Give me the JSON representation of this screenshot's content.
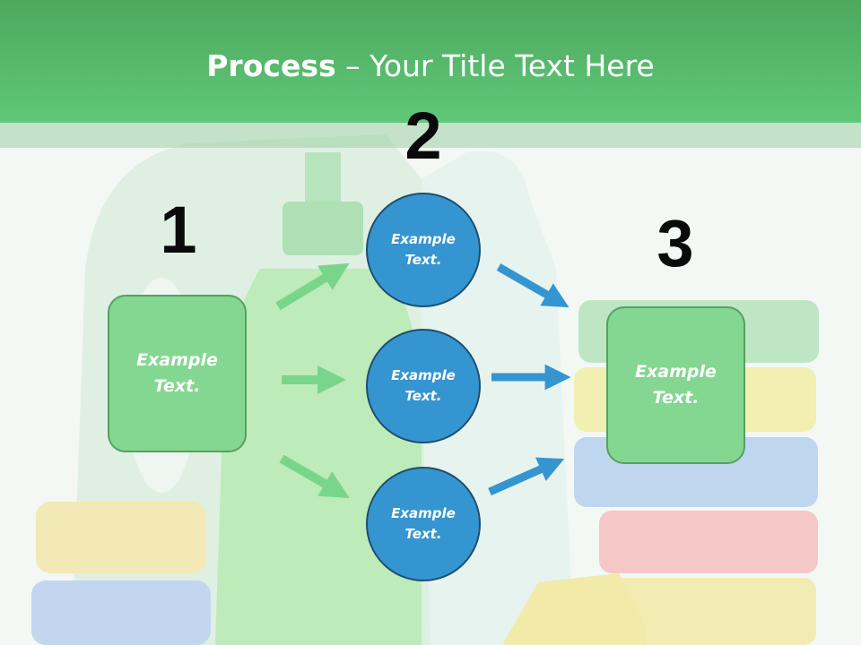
{
  "title": {
    "strong": "Process",
    "rest": " – Your Title Text Here"
  },
  "steps": {
    "num1": "1",
    "num2": "2",
    "num3": "3",
    "box1": "Example Text.",
    "circle_top": "Example Text.",
    "circle_mid": "Example Text.",
    "circle_bot": "Example Text.",
    "box3": "Example Text."
  },
  "colors": {
    "header": "#5cc274",
    "green_box": "#84d790",
    "blue_circle": "#3595d0",
    "green_arrow": "#7ad58c",
    "blue_arrow": "#3595d0"
  }
}
